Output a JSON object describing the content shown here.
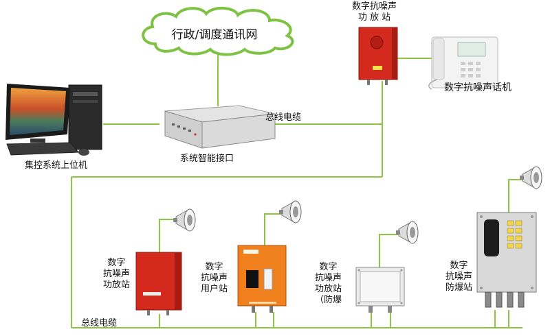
{
  "cloud": {
    "label": "行政/调度通讯网"
  },
  "labels": {
    "host": "集控系统上位机",
    "interface": "系统智能接口",
    "bus_top": "总线电缆",
    "bus_bottom": "总线电缆",
    "top_amp": [
      "数字抗噪声",
      "功 放 站"
    ],
    "telephone": "数字抗噪声话机",
    "amp1": [
      "数字",
      "抗噪声",
      "功放站"
    ],
    "user": [
      "数字",
      "抗噪声",
      "用户站"
    ],
    "amp_ex": [
      "数字",
      "抗噪声",
      "功放站",
      "（防爆"
    ],
    "ex_station": [
      "数字",
      "抗噪声",
      "防爆站"
    ]
  },
  "colors": {
    "wire": "#8cc63f",
    "cloud": "#7dc242",
    "red_box": "#d42a1e",
    "orange_box": "#f07f1d"
  }
}
